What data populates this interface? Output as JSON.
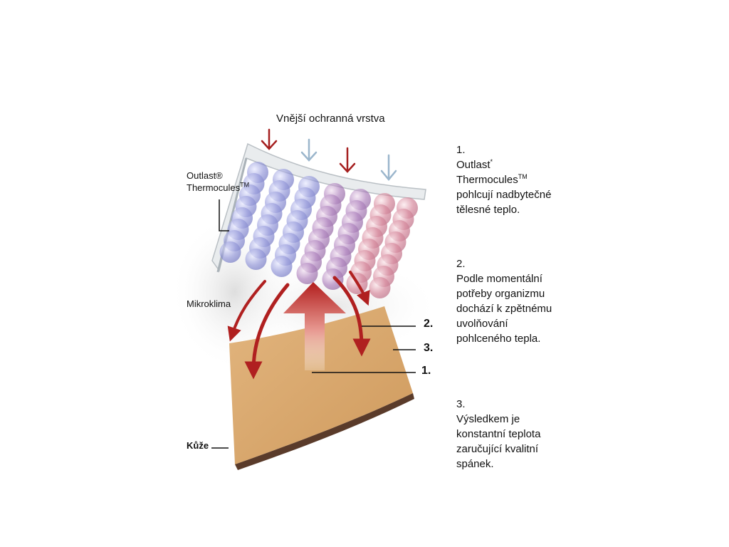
{
  "title": "Vnější ochranná vrstva",
  "labels": {
    "outlast": "Outlast®",
    "thermocules": "Thermocules",
    "thermocules_tm": "TM",
    "mikroklima": "Mikroklima",
    "kuze": "Kůže"
  },
  "callouts": {
    "one": "1.",
    "two": "2.",
    "three": "3."
  },
  "steps": [
    {
      "number": "1.",
      "lines": [
        "Outlast",
        "Thermocules",
        "pohlcují nadbytečné",
        "tělesné teplo."
      ],
      "sup1": "*",
      "sup2": "TM"
    },
    {
      "number": "2.",
      "lines": [
        "Podle momentální",
        "potřeby organizmu",
        "dochází k zpětnému",
        "uvolňování",
        "pohlceného tepla."
      ]
    },
    {
      "number": "3.",
      "lines": [
        "Výsledkem je",
        "konstantní teplota",
        "zaručující  kvalitní",
        "spánek."
      ]
    }
  ],
  "colors": {
    "warm_arrow": "#a51f1f",
    "cool_arrow": "#9bb6cc",
    "skin": "#d9a56a",
    "skin_edge": "#5a3b2a"
  }
}
